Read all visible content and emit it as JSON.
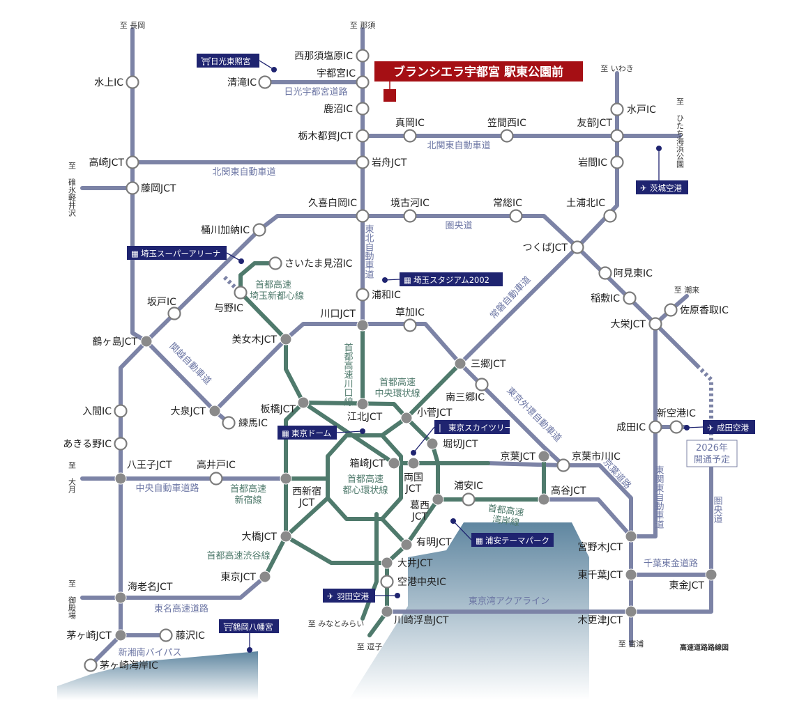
{
  "property": {
    "name": "ブランシエラ宇都宮 駅東公園前",
    "color": "#a50f14"
  },
  "footnote": "高速道路路線図",
  "opening_note": {
    "line1": "2026年",
    "line2": "開通予定"
  },
  "colors": {
    "expressway": "#7c83a6",
    "shuto": "#4f7a6c",
    "poi": "#1f2470",
    "water": "#6f93ab"
  },
  "nodes": {
    "nishinasu": "西那須塩原IC",
    "utsunomiya": "宇都宮IC",
    "kiyotaki": "清滝IC",
    "kanuma": "鹿沼IC",
    "tochigitsuga": "栃木都賀JCT",
    "moka": "真岡IC",
    "kasamanishi": "笠間西IC",
    "tomobe": "友部JCT",
    "mito": "水戸IC",
    "iwama": "岩間IC",
    "takasaki": "高崎JCT",
    "fujioka": "藤岡JCT",
    "minakami": "水上IC",
    "iwafune": "岩舟JCT",
    "kuki": "久喜白岡IC",
    "sakaikoga": "境古河IC",
    "joso": "常総IC",
    "tsuchiurakita": "土浦北IC",
    "tsukuba": "つくばJCT",
    "ami": "阿見東IC",
    "inashiki": "稲敷IC",
    "taiei": "大栄JCT",
    "sawara": "佐原香取IC",
    "okegawa": "桶川加納IC",
    "minuma": "さいたま見沼IC",
    "yono": "与野IC",
    "sakado": "坂戸IC",
    "tsurugashima": "鶴ヶ島JCT",
    "kawaguchi": "川口JCT",
    "urawa": "浦和IC",
    "soka": "草加IC",
    "bijogi": "美女木JCT",
    "oizumi": "大泉JCT",
    "nerima": "練馬IC",
    "itabashi": "板橋JCT",
    "kohoku": "江北JCT",
    "kosuge": "小菅JCT",
    "misato": "三郷JCT",
    "minamimisato": "南三郷IC",
    "horikiri": "堀切JCT",
    "hakozaki": "箱崎JCT",
    "ryogoku": "両国",
    "keiyo": "京葉JCT",
    "ichikawa": "京葉市川IC",
    "takaya": "高谷JCT",
    "urayasu": "浦安IC",
    "kasai": "葛西",
    "ariake": "有明JCT",
    "oi": "大井JCT",
    "kukochuo": "空港中央IC",
    "ukishima": "川崎浮島JCT",
    "ohashi": "大橋JCT",
    "nishishinjuku": "西新宿",
    "takaido": "高井戸IC",
    "hachioji": "八王子JCT",
    "iruma": "入間IC",
    "akiruno": "あきる野IC",
    "tokyo": "東京JCT",
    "ebina": "海老名JCT",
    "chigasaki": "茅ヶ崎JCT",
    "fujisawa": "藤沢IC",
    "chigasakikaigan": "茅ヶ崎海岸IC",
    "narita": "成田IC",
    "shinkuko": "新空港IC",
    "miyanogi": "宮野木JCT",
    "higashichiba": "東千葉JCT",
    "kisarazu": "木更津JCT",
    "togane": "東金JCT",
    "jct": "JCT"
  },
  "directions": {
    "nagaoka": "至 長岡",
    "nasu": "至 那須",
    "iwaki": "至 いわき",
    "hitachi": "至 ひたち海浜公園",
    "karuizawa": "至 碓氷軽井沢",
    "otsuki": "至 大月",
    "gotemba": "至 御殿場",
    "minatomirai": "至 みなとみらい",
    "zushi": "至 逗子",
    "tomiura": "至 富浦",
    "itako": "至 潮来"
  },
  "roads": {
    "nikko": "日光宇都宮道路",
    "kitakanto_e": "北関東自動車道",
    "kitakanto_w": "北関東自動車道",
    "kenodo": "圏央道",
    "tohoku": "東北自動車道",
    "joban": "常磐自動車道",
    "kanetsu": "関越自動車道",
    "gaikan": "東京外環自動車道",
    "keiyo": "京葉道路",
    "higashikanto": "東関東自動車道",
    "kenodo_e": "圏央道",
    "chibatogane": "千葉東金道路",
    "aqualine": "東京湾アクアライン",
    "chuo": "中央自動車道路",
    "tomei": "東名高速道路",
    "shinshonan": "新湘南バイパス"
  },
  "shuto": {
    "prefix": "首都高速",
    "saitama": "埼玉新都心線",
    "kawaguchi": "首都高速川口線",
    "central": "中央環状線",
    "inner": "都心環状線",
    "shinjuku": "新宿線",
    "wangan": "湾岸線",
    "shibuya": "首都高速渋谷線"
  },
  "poi": {
    "toshogu": "日光東照宮",
    "arena": "埼玉スーパーアリーナ",
    "stadium": "埼玉スタジアム2002",
    "dome": "東京ドーム",
    "skytree": "東京スカイツリー",
    "themepark": "浦安テーマパーク",
    "haneda": "羽田空港",
    "hachimangu": "鶴岡八幡宮",
    "ibaraki": "茨城空港",
    "narita": "成田空港"
  }
}
